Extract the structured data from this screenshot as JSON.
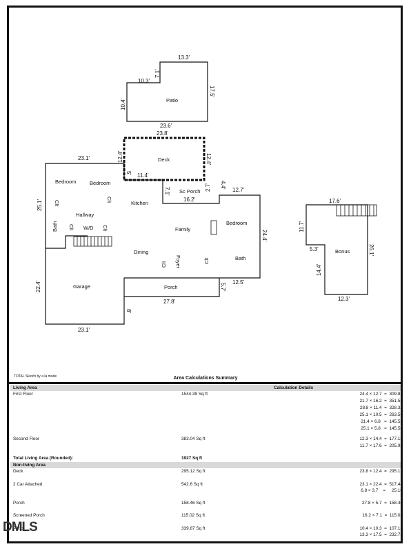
{
  "plan": {
    "patio": {
      "label": "Patio",
      "dims": [
        "13.3'",
        "7.1'",
        "10.3'",
        "10.4'",
        "17.5'",
        "23.6'"
      ]
    },
    "deck": {
      "label": "Deck",
      "dims": [
        "23.8'",
        "12.4'",
        "12.4'",
        "11.4'",
        "5'"
      ]
    },
    "sc_porch": {
      "label": "Sc Porch",
      "dims": [
        "7.1'",
        "16.2'",
        "2.7'",
        "4.4'"
      ]
    },
    "main": {
      "dims": [
        "23.1'",
        "25.1'",
        "12.7'",
        "24.4'",
        "12.5'",
        "5.7'",
        "27.8'",
        "22.4'",
        "23.1'",
        "8'"
      ]
    },
    "rooms": [
      "Bedroom",
      "Bedroom",
      "Kitchen",
      "Hallway",
      "Bath",
      "W/D",
      "Clt",
      "Clt",
      "Clt",
      "Clt",
      "Family",
      "Bedroom",
      "Dining",
      "Foyer",
      "Clt",
      "Clt",
      "Bath",
      "Garage",
      "Porch"
    ],
    "bonus": {
      "label": "Bonus",
      "dims": [
        "17.6'",
        "11.7'",
        "5.3'",
        "26.1'",
        "14.4'",
        "12.3'"
      ]
    }
  },
  "summary": {
    "credit": "TOTAL Sketch by a la mode",
    "title": "Area Calculations Summary",
    "living_header": "Living Area",
    "calc_header": "Calculation Details",
    "first_floor": {
      "name": "First Floor",
      "area": "1544.39 Sq ft",
      "calcs": [
        "24.4 × 12.7  =  309.88",
        "21.7 × 16.2  =  351.54",
        "28.8 × 11.4  =  328.32",
        "25.1 × 10.5  =  263.55",
        "21.4 × 6.8   =  145.52",
        "25.1 × 5.8   =  145.58"
      ]
    },
    "second_floor": {
      "name": "Second Floor",
      "area": "383.04 Sq ft",
      "calcs": [
        "12.3 × 14.4  =  177.12",
        "11.7 × 17.6  =  205.92"
      ]
    },
    "total": {
      "name": "Total Living Area (Rounded):",
      "area": "1927 Sq ft"
    },
    "nonliving_header": "Non-living Area",
    "deck": {
      "name": "Deck",
      "area": "295.12 Sq ft",
      "calcs": [
        "23.8 × 12.4  =  295.12"
      ]
    },
    "garage": {
      "name": "2 Car Attached",
      "area": "542.6 Sq ft",
      "calcs": [
        "23.1 × 22.4  =  517.44",
        "6.8 × 3.7    =     25.16"
      ]
    },
    "porch": {
      "name": "Porch",
      "area": "158.46 Sq ft",
      "calcs": [
        "27.8 × 5.7  =  158.46"
      ]
    },
    "screened": {
      "name": "Screened Porch",
      "area": "115.02 Sq ft",
      "calcs": [
        "16.2 × 7.1  =  115.02"
      ]
    },
    "patio": {
      "name": "Patio",
      "area": "339.87 Sq ft",
      "calcs": [
        "10.4 × 10.3  =  107.12",
        "13.3 × 17.5  =  232.75"
      ]
    }
  },
  "logo": "DMLS"
}
